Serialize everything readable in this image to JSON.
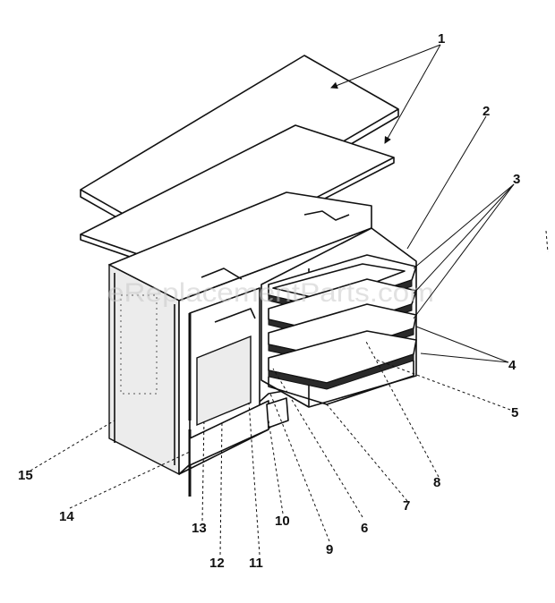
{
  "watermark": "eReplacementParts.com",
  "callouts": [
    "1",
    "2",
    "3",
    "4",
    "5",
    "6",
    "7",
    "8",
    "9",
    "10",
    "11",
    "12",
    "13",
    "14",
    "15"
  ]
}
